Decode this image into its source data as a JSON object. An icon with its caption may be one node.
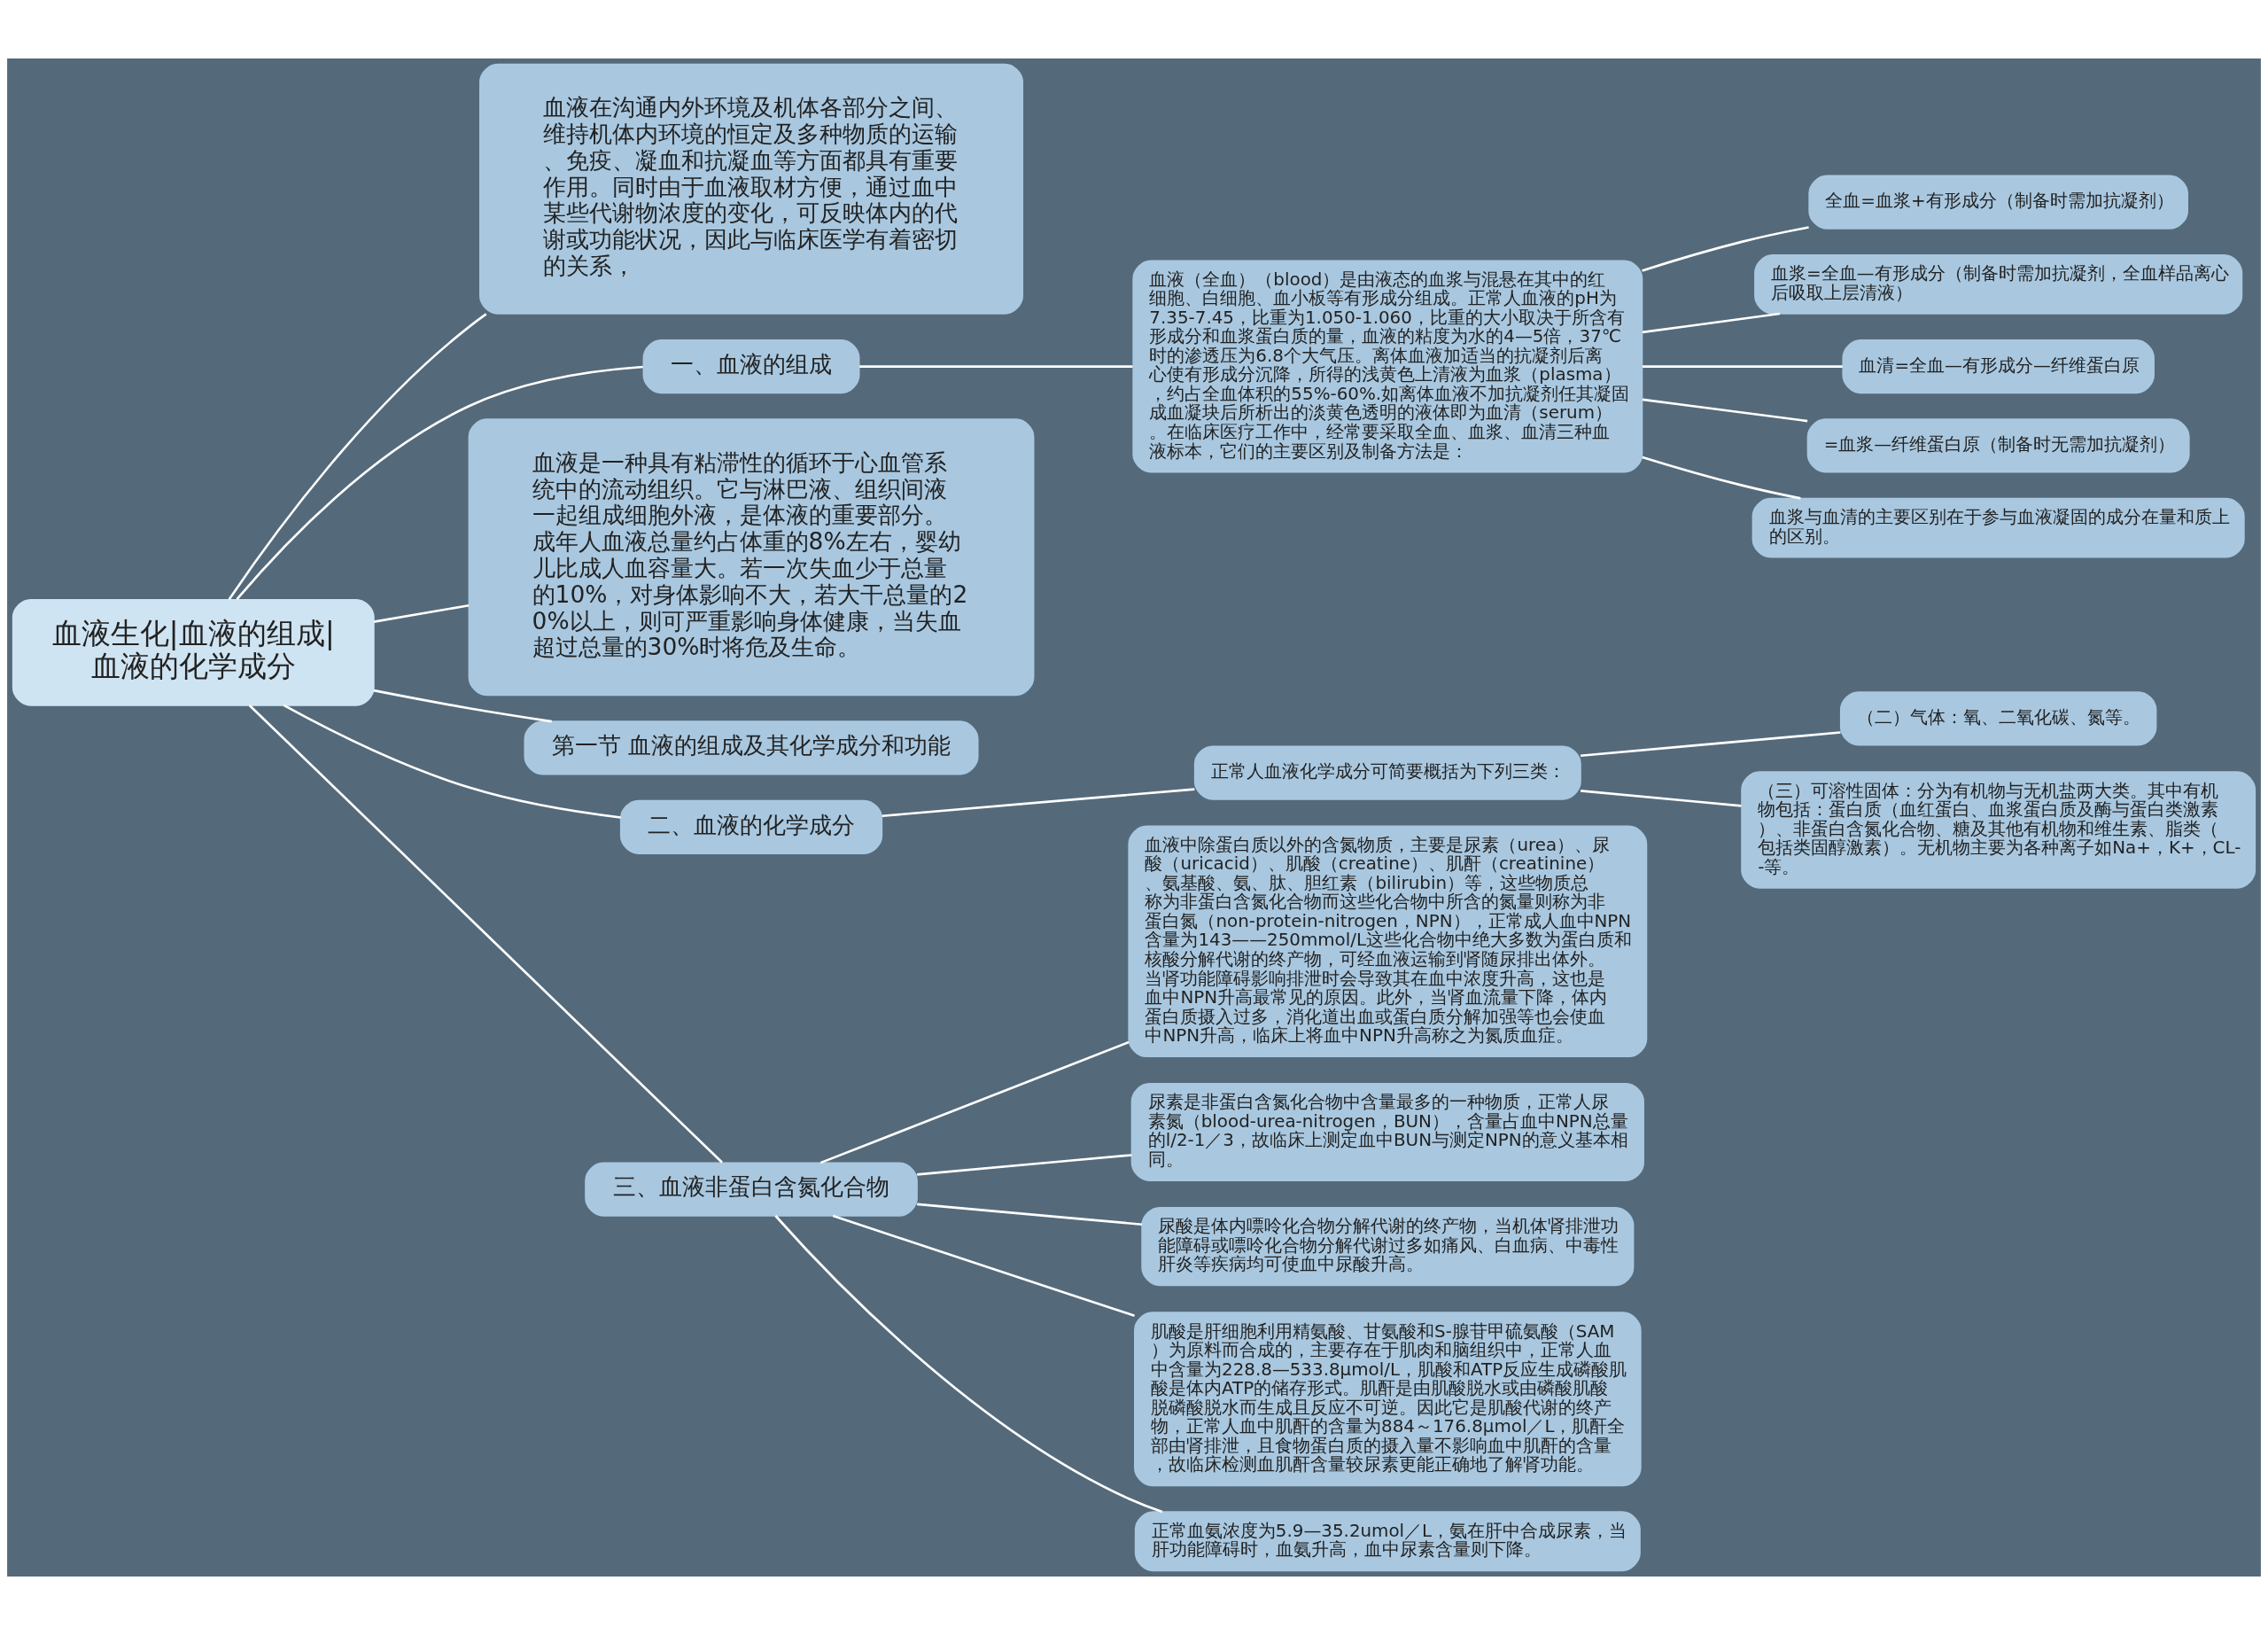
{
  "diagram": {
    "nodes": [
      {
        "text": [
          "血液生化|血液的组成|血液的化学成分"
        ]
      },
      {
        "text": [
          "血液在沟通内外环境及机体各部分之间、维持机体内环境的恒定及多种物质的运输、免疫、凝血和抗凝血等方面都具有重要作用。同时由于血液取材方便，通过血中某些代谢物浓度的变化，可反映体内的代谢或功能状况，因此与临床医学有着密切的关系，"
        ]
      },
      {
        "text": [
          "一、血液的组成"
        ]
      },
      {
        "text": [
          "血液（全血）（blood）是由液态的血浆与混悬在其中的红细胞、白细胞、血小板等有形成分组成。正常人血液的pH为7.35-7.45，比重为1.050-1.060，比重的大小取决于所含有形成分和血浆蛋白质的量，血液的粘度为水的4—5倍，37℃时的渗透压为6.8个大气压。离体血液加适当的抗凝剂后离心使有形成分沉降，所得的浅黄色上清液为血浆（plasma），约占全血体积的55%-60%.如离体血液不加抗凝剂任其凝固成血凝块后所析出的淡黄色透明的液体即为血清（serum）。在临床医疗工作中，经常要采取全血、血浆、血清三种血液标本，它们的主要区别及制备方法是："
        ]
      },
      {
        "text": [
          "全血=血浆+有形成分（制备时需加抗凝剂）"
        ]
      },
      {
        "text": [
          "血浆=全血—有形成分（制备时需加抗凝剂，全血样品离心后吸取上层清液）"
        ]
      },
      {
        "text": [
          "血清=全血—有形成分—纤维蛋白原"
        ]
      },
      {
        "text": [
          "=血浆—纤维蛋白原（制备时无需加抗凝剂）"
        ]
      },
      {
        "text": [
          "血浆与血清的主要区别在于参与血液凝固的成分在量和质上的区别。"
        ]
      },
      {
        "text": [
          "血液是一种具有粘滞性的循环于心血管系统中的流动组织。它与淋巴液、组织间液一起组成细胞外液，是体液的重要部分。成年人血液总量约占体重的8%左右，婴幼儿比成人血容量大。若一次失血少于总量的10%，对身体影响不大，若大干总量的20%以上，则可严重影响身体健康，当失血超过总量的30%时将危及生命。"
        ]
      },
      {
        "text": [
          "第一节 血液的组成及其化学成分和功能"
        ]
      },
      {
        "text": [
          "二、血液的化学成分"
        ]
      },
      {
        "text": [
          "正常人血液化学成分可简要概括为下列三类："
        ]
      },
      {
        "text": [
          "（二）气体：氧、二氧化碳、氮等。"
        ]
      },
      {
        "text": [
          "（三）可溶性固体：分为有机物与无机盐两大类。其中有机物包括：蛋白质（血红蛋白、血浆蛋白质及酶与蛋白类激素）、非蛋白含氮化合物、糖及其他有机物和维生素、脂类（包括类固醇激素）。无机物主要为各种离子如Na+，K+，CL--等。"
        ]
      },
      {
        "text": [
          "三、血液非蛋白含氮化合物"
        ]
      },
      {
        "text": [
          "血液中除蛋白质以外的含氮物质，主要是尿素（urea）、尿酸（uricacid）、肌酸（creatine）、肌酐（creatinine）、氨基酸、氨、肽、胆红素（bilirubin）等，这些物质总称为非蛋白含氮化合物而这些化合物中所含的氮量则称为非蛋白氮（non-protein-nitrogen，NPN），正常成人血中NPN含量为143——250mmol/L这些化合物中绝大多数为蛋白质和核酸分解代谢的终产物，可经血液运输到肾随尿排出体外。当肾功能障碍影响排泄时会导致其在血中浓度升高，这也是血中NPN升高最常见的原因。此外，当肾血流量下降，体内蛋白质摄入过多，消化道出血或蛋白质分解加强等也会使血中NPN升高，临床上将血中NPN升高称之为氮质血症。"
        ]
      },
      {
        "text": [
          "尿素是非蛋白含氮化合物中含量最多的一种物质，正常人尿素氮（blood-urea-nitrogen，BUN），含量占血中NPN总量的l/2-1／3，故临床上测定血中BUN与测定NPN的意义基本相同。"
        ]
      },
      {
        "text": [
          "尿酸是体内嘌呤化合物分解代谢的终产物，当机体肾排泄功能障碍或嘌呤化合物分解代谢过多如痛风、白血病、中毒性肝炎等疾病均可使血中尿酸升高。"
        ]
      },
      {
        "text": [
          "肌酸是肝细胞利用精氨酸、甘氨酸和S-腺苷甲硫氨酸（SAM）为原料而合成的，主要存在于肌肉和脑组织中，正常人血中含量为228.8—533.8μmol/L，肌酸和ATP反应生成磷酸肌酸是体内ATP的储存形式。肌酐是由肌酸脱水或由磷酸肌酸脱磷酸脱水而生成且反应不可逆。因此它是肌酸代谢的终产物，正常人血中肌酐的含量为884～176.8μmol／L，肌酐全部由肾排泄，且食物蛋白质的摄入量不影响血中肌酐的含量，故临床检测血肌酐含量较尿素更能正确地了解肾功能。"
        ]
      },
      {
        "text": [
          "正常血氨浓度为5.9—35.2umol／L，氨在肝中合成尿素，当肝功能障碍时，血氨升高，血中尿素含量则下降。"
        ]
      }
    ],
    "edges": [
      {
        "from": 0,
        "to": 1,
        "arrow": "none"
      },
      {
        "from": 0,
        "to": 2,
        "arrow": "none"
      },
      {
        "from": 2,
        "to": 3,
        "arrow": "none"
      },
      {
        "from": 3,
        "to": 4,
        "arrow": "none"
      },
      {
        "from": 3,
        "to": 5,
        "arrow": "none"
      },
      {
        "from": 3,
        "to": 6,
        "arrow": "none"
      },
      {
        "from": 3,
        "to": 7,
        "arrow": "none"
      },
      {
        "from": 3,
        "to": 8,
        "arrow": "none"
      },
      {
        "from": 0,
        "to": 9,
        "arrow": "none"
      },
      {
        "from": 0,
        "to": 10,
        "arrow": "none"
      },
      {
        "from": 0,
        "to": 11,
        "arrow": "none"
      },
      {
        "from": 11,
        "to": 12,
        "arrow": "none"
      },
      {
        "from": 12,
        "to": 13,
        "arrow": "none"
      },
      {
        "from": 12,
        "to": 14,
        "arrow": "none"
      },
      {
        "from": 0,
        "to": 15,
        "arrow": "none"
      },
      {
        "from": 15,
        "to": 16,
        "arrow": "none"
      },
      {
        "from": 15,
        "to": 17,
        "arrow": "none"
      },
      {
        "from": 15,
        "to": 18,
        "arrow": "none"
      },
      {
        "from": 15,
        "to": 19,
        "arrow": "none"
      },
      {
        "from": 15,
        "to": 20,
        "arrow": "none"
      }
    ]
  }
}
